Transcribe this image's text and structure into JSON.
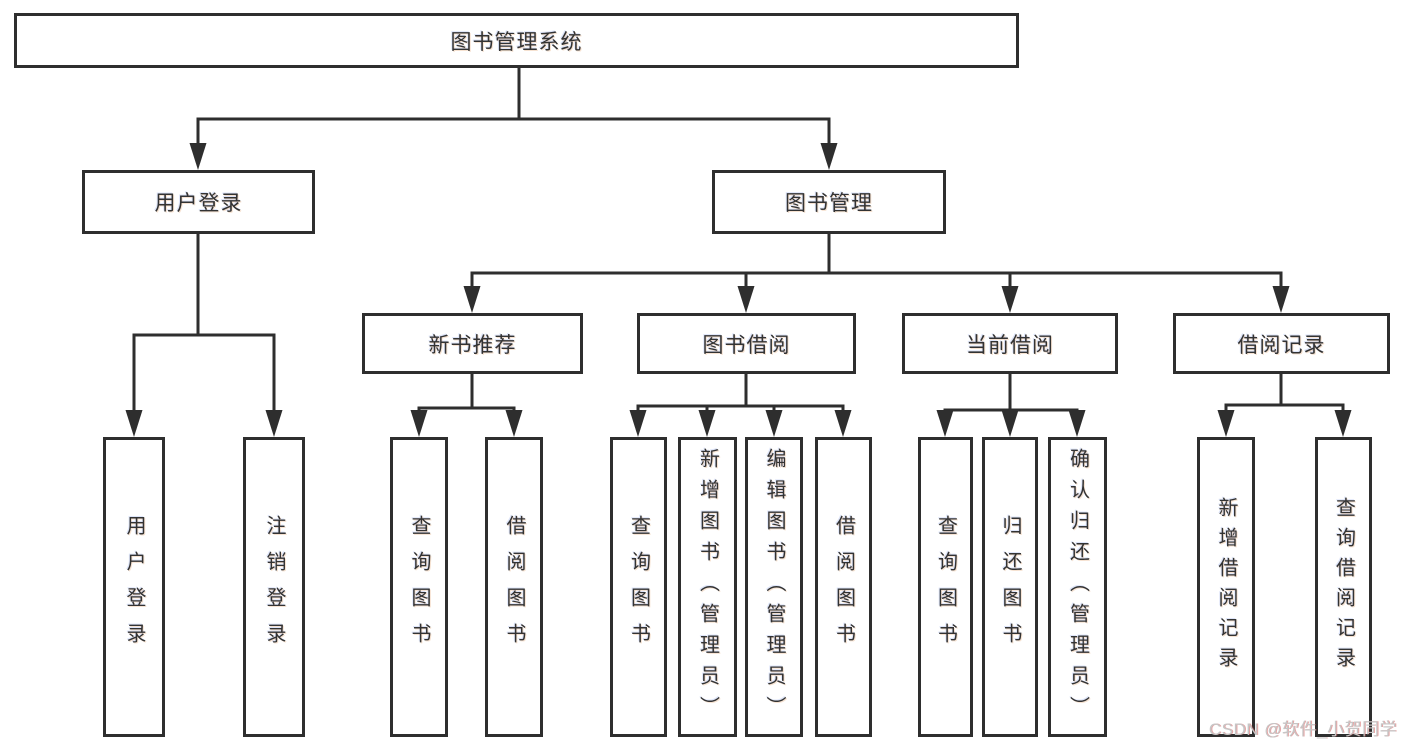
{
  "diagram": {
    "root": {
      "label": "图书管理系统"
    },
    "branches": [
      {
        "label": "用户登录",
        "children": [
          {
            "label": "用户登录"
          },
          {
            "label": "注销登录"
          }
        ]
      },
      {
        "label": "图书管理",
        "children": [
          {
            "label": "新书推荐",
            "children": [
              {
                "label": "查询图书"
              },
              {
                "label": "借阅图书"
              }
            ]
          },
          {
            "label": "图书借阅",
            "children": [
              {
                "label": "查询图书"
              },
              {
                "label": "新增图书（管理员）"
              },
              {
                "label": "编辑图书（管理员）"
              },
              {
                "label": "借阅图书"
              }
            ]
          },
          {
            "label": "当前借阅",
            "children": [
              {
                "label": "查询图书"
              },
              {
                "label": "归还图书"
              },
              {
                "label": "确认归还（管理员）"
              }
            ]
          },
          {
            "label": "借阅记录",
            "children": [
              {
                "label": "新增借阅记录"
              },
              {
                "label": "查询借阅记录"
              }
            ]
          }
        ]
      }
    ]
  },
  "watermark": "CSDN @软件_小贺同学",
  "colors": {
    "line": "#2e2e2e",
    "text": "#333333",
    "background": "#ffffff",
    "watermark": "#c6c6c6"
  }
}
